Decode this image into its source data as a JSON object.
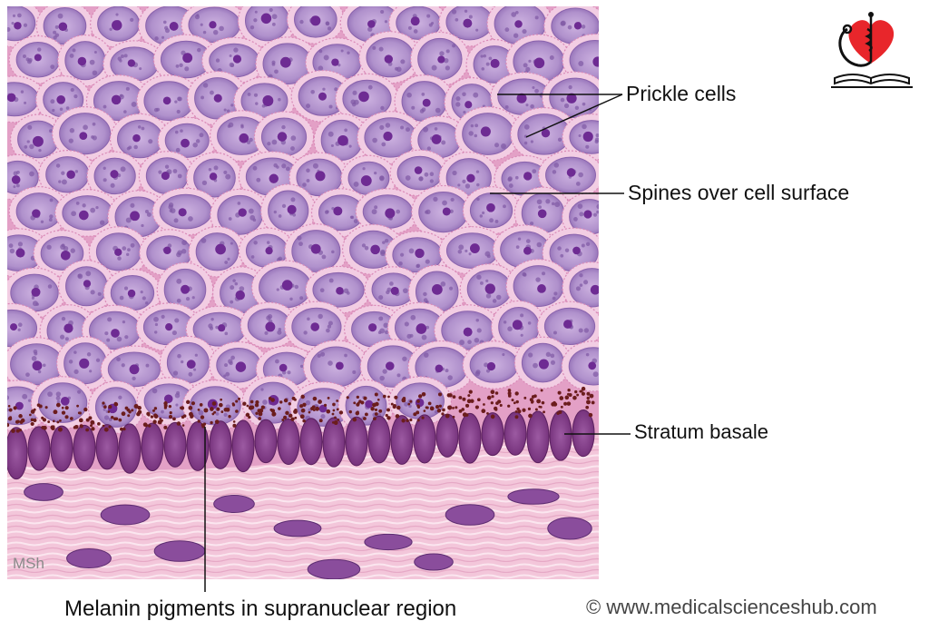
{
  "labels": {
    "prickle_cells": "Prickle cells",
    "spines": "Spines over cell surface",
    "stratum_basale": "Stratum basale",
    "melanin": "Melanin pigments in supranuclear region",
    "copyright": "© www.medicalscienceshub.com",
    "watermark": "MSh"
  },
  "colors": {
    "tissue_background": "#e7a3c9",
    "cell_membrane": "#f4d2e6",
    "nucleus": "#b796cf",
    "nucleolus": "#6e2b93",
    "basal_cells": "#8d3f8f",
    "melanin": "#6b1d1d",
    "dermis": "#f3c7db",
    "logo_heart": "#e8262b"
  },
  "icons": {
    "logo": "heart-stethoscope-book-logo"
  }
}
